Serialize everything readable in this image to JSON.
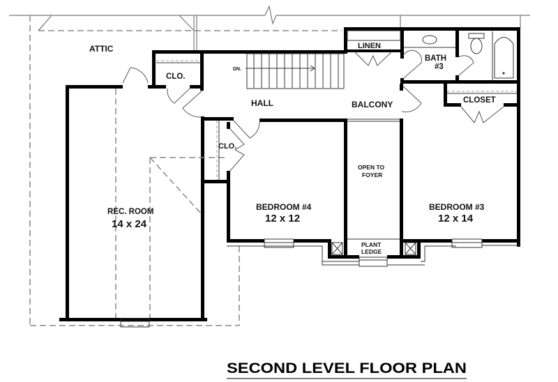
{
  "plan": {
    "title": "SECOND LEVEL FLOOR PLAN",
    "rooms": {
      "attic": "ATTIC",
      "closet_upper": "CLO.",
      "closet_lower": "CLO.",
      "hall": "HALL",
      "stair_label": "DN.",
      "linen": "LINEN",
      "bath_name": "BATH",
      "bath_number": "#3",
      "balcony": "BALCONY",
      "closet_bed3": "CLOSET",
      "rec_room_name": "REC. ROOM",
      "rec_room_size": "14 x 24",
      "bedroom4_name": "BEDROOM #4",
      "bedroom4_size": "12 x 12",
      "open_foyer_line1": "OPEN TO",
      "open_foyer_line2": "FOYER",
      "bedroom3_name": "BEDROOM #3",
      "bedroom3_size": "12 x 14",
      "plant_ledge_line1": "PLANT",
      "plant_ledge_line2": "LEDGE"
    }
  }
}
